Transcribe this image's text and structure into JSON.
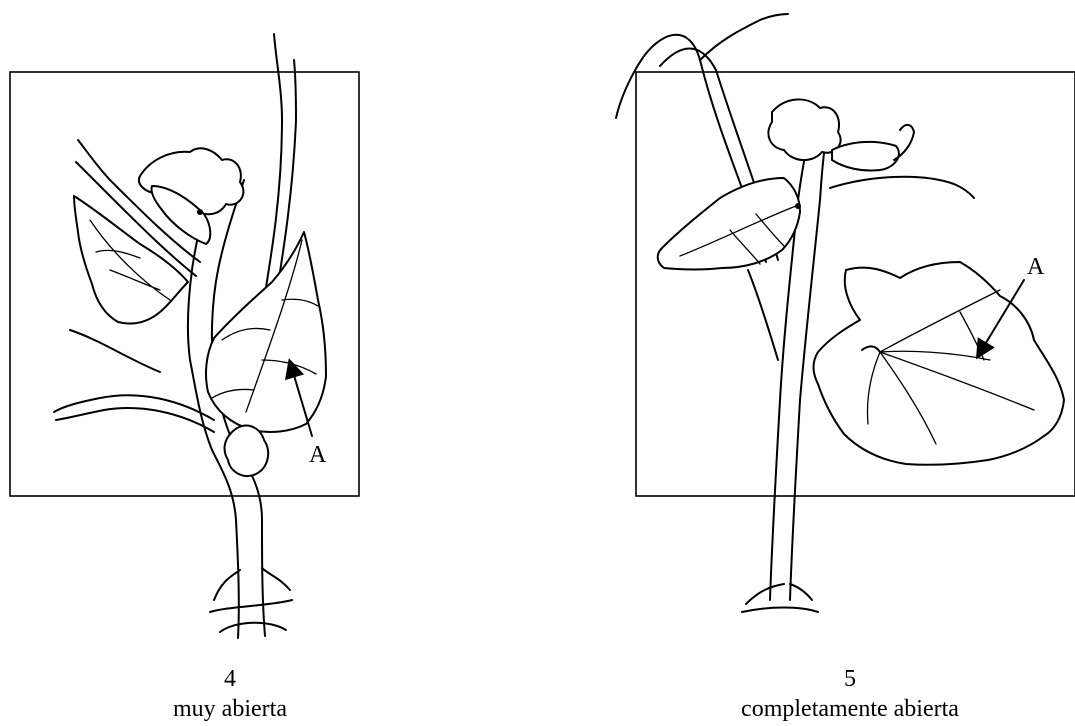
{
  "panels": [
    {
      "number": "4",
      "caption": "muy abierta",
      "label": "A"
    },
    {
      "number": "5",
      "caption": "completamente abierta",
      "label": "A"
    }
  ]
}
